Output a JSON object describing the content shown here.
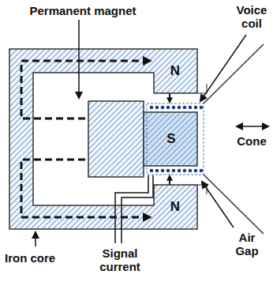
{
  "diagram": {
    "labels": [
      "Permanent magnet",
      "Voice coil",
      "N",
      "S",
      "N",
      "Cone",
      "Air Gap",
      "Iron core",
      "Signal current"
    ]
  }
}
